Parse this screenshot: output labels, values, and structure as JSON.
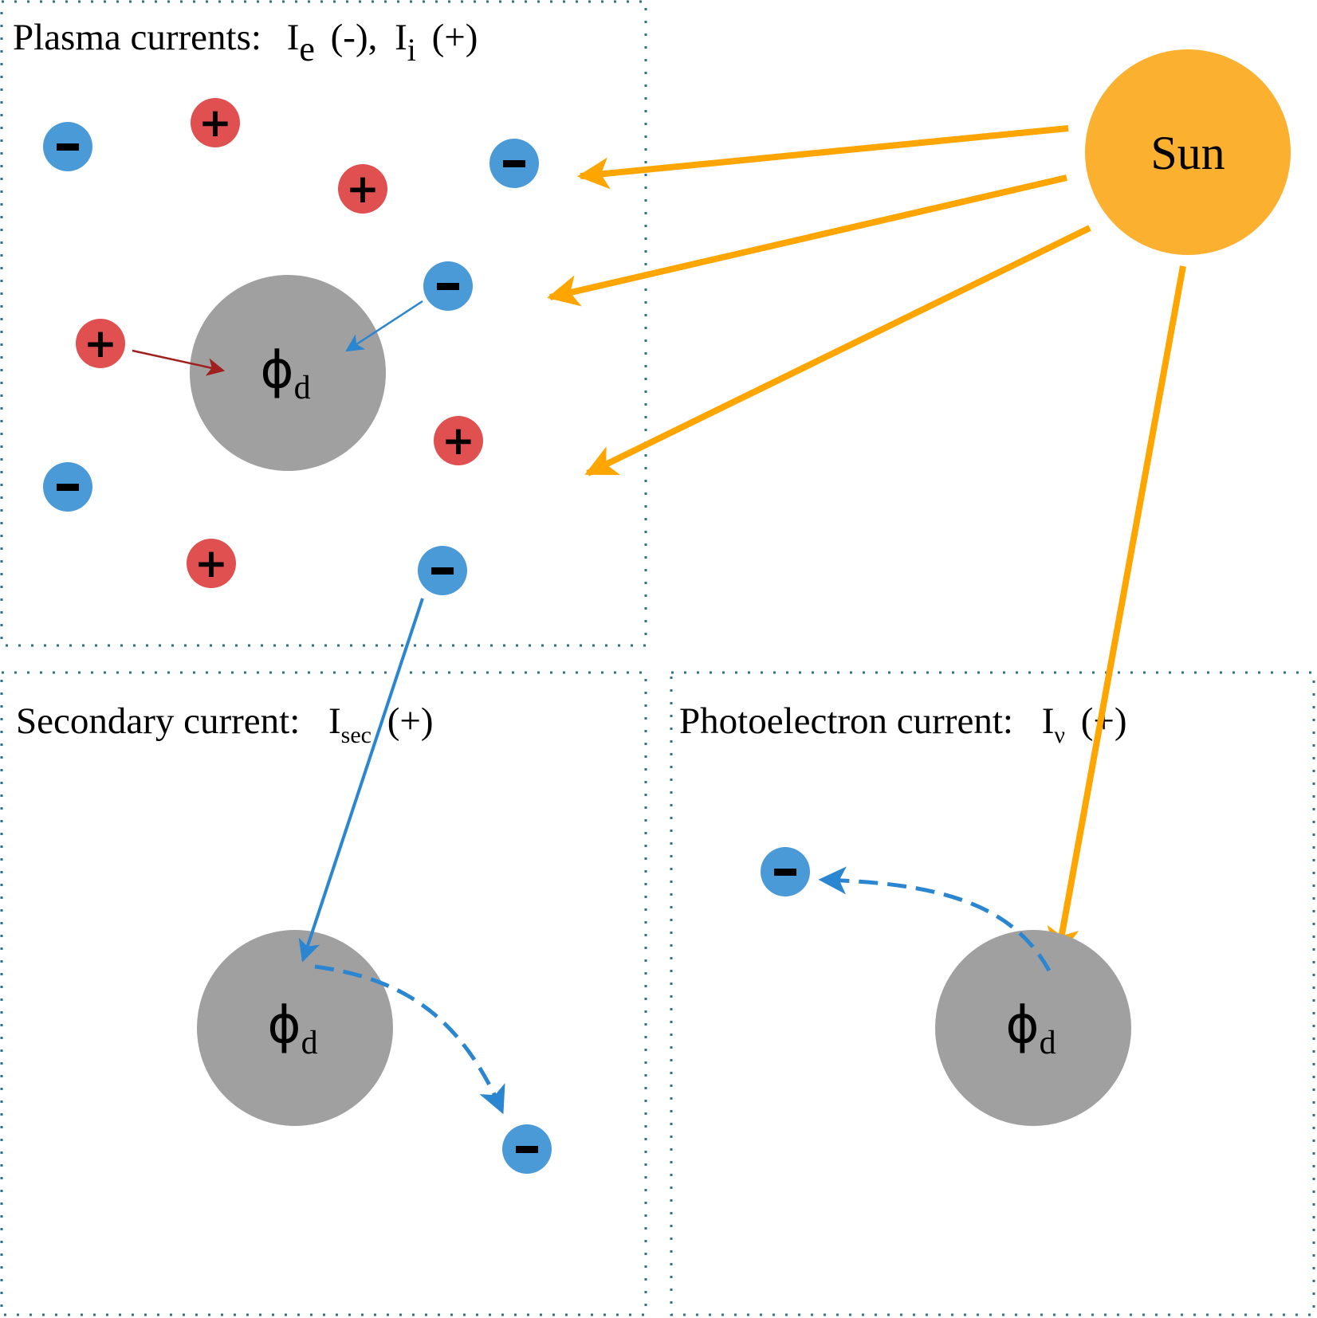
{
  "panels": {
    "plasma": {
      "title": "Plasma currents:",
      "I1_main": "I",
      "I1_sub": "e",
      "I1_sign": "(-),",
      "I2_main": "I",
      "I2_sub": "i",
      "I2_sign": "(+)"
    },
    "secondary": {
      "title": "Secondary current:",
      "I_main": "I",
      "I_sub": "sec",
      "I_sign": "(+)"
    },
    "photo": {
      "title": "Photoelectron current:",
      "I_main": "I",
      "I_sub": "ν",
      "I_sign": "(+)"
    }
  },
  "sun": {
    "label": "Sun",
    "color": "#fbb030"
  },
  "grain": {
    "symbol": "ϕ",
    "subscript": "d",
    "color": "#a0a0a0"
  },
  "particles": {
    "electron": "−",
    "ion": "+",
    "electron_color": "#4a9ad8",
    "ion_color": "#e05050"
  },
  "colors": {
    "ray": "#ffa500",
    "electron_arrow": "#2a86d0",
    "ion_arrow": "#a02020",
    "frame": "#2f6f8f"
  }
}
